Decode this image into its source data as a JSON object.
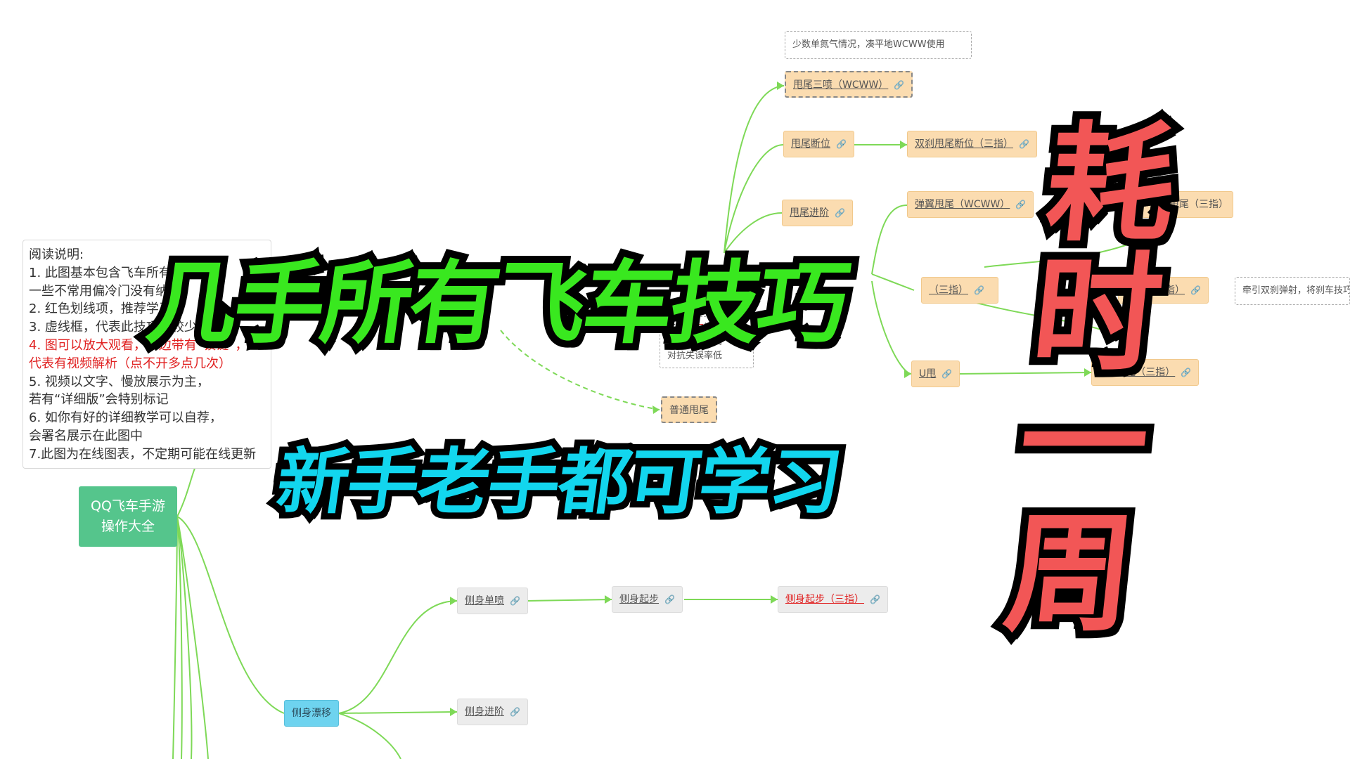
{
  "root": {
    "line1": "QQ飞车手游",
    "line2": "操作大全"
  },
  "readme": {
    "heading": "阅读说明:",
    "items": [
      "1. 此图基本包含飞车所有技巧",
      "    一些不常用偏冷门没有纳录",
      "2. 红色划线项，推荐学习",
      "3. 虚线框，代表此技巧比较少用",
      "4. 图可以放大观看，右边带有“锁链”，",
      "    代表有视频解析（点不开多点几次）",
      "5. 视频以文字、慢放展示为主，",
      "    若有“详细版”会特别标记",
      "6. 如你有好的详细教学可以自荐，",
      "    会署名展示在此图中",
      "7.此图为在线图表，不定期可能在线更新"
    ]
  },
  "nodes": {
    "note_wcww": "少数单氮气情况，凑平地WCWW使用",
    "sanpen": "甩尾三喷（WCWW）",
    "duanwei": "甩尾断位",
    "shuangsha_duanwei": "双刹甩尾断位（三指）",
    "jinjie": "甩尾进阶",
    "tanyi": "弹翼甩尾（WCWW）",
    "tanyi_sanzhi": "弹翼甩尾（三指）",
    "mid_sanzhi": "（三指）",
    "tanshe_sanzhi": "弹射（三指）",
    "note_qianyin": "牵引双刹弹射，将刹车技巧",
    "u_shuai": "U甩",
    "shuangsha_u": "双刹U甩（三指）",
    "putong": "普通甩尾",
    "cemian_danpen": "侧身单喷",
    "cemian_qibu": "侧身起步",
    "cemian_qibu_3": "侧身起步（三指）",
    "cemian_jinjie": "侧身进阶",
    "cemian_piaoyi": "侧身漂移"
  },
  "tip_note": {
    "prefix": "先按",
    "highlight": "方向",
    "suffix": "键",
    "line2": "弹射成功率高",
    "line3": "对抗失误率低"
  },
  "overlay": {
    "title1": "几手所有飞车技巧",
    "title2": "新手老手都可学习",
    "side": [
      "耗",
      "时",
      "一",
      "周"
    ]
  },
  "colors": {
    "link": "#7ed957",
    "root": "#55c58c",
    "title1": "#39e81f",
    "title2": "#12d6ee",
    "side": "#f25656"
  }
}
